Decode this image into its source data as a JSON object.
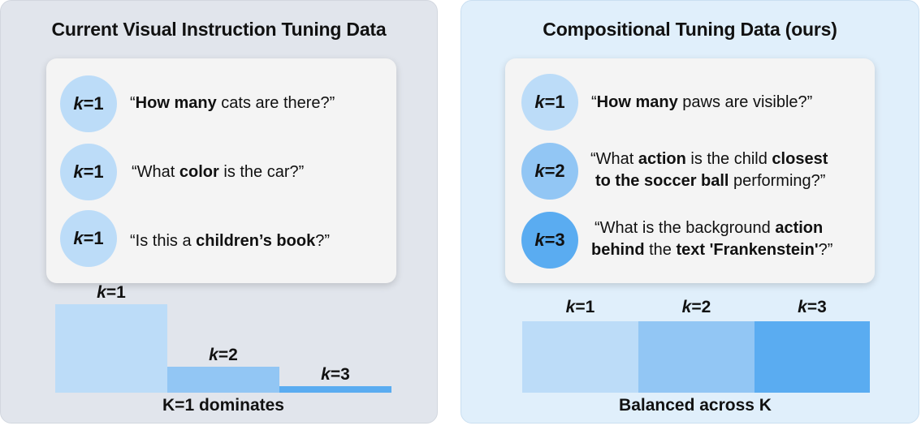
{
  "left_panel": {
    "title": "Current Visual Instruction Tuning Data",
    "questions": [
      {
        "k_var": "k",
        "k_val": "=1",
        "q_open": "“",
        "q_bold": "How many",
        "q_rest": " cats are there?”"
      },
      {
        "k_var": "k",
        "k_val": "=1",
        "q_open": "“What ",
        "q_bold": "color",
        "q_rest": " is the car?”"
      },
      {
        "k_var": "k",
        "k_val": "=1",
        "q_open": "“Is this a ",
        "q_bold": "children’s book",
        "q_rest": "?”"
      }
    ],
    "bars": [
      {
        "k_var": "k",
        "k_val": "=1",
        "share": 0.52,
        "color": "#bcdcf8"
      },
      {
        "k_var": "k",
        "k_val": "=2",
        "share": 0.15,
        "color": "#92c6f4"
      },
      {
        "k_var": "k",
        "k_val": "=3",
        "share": 0.04,
        "color": "#5aacf1"
      }
    ],
    "caption": "K=1 dominates"
  },
  "right_panel": {
    "title": "Compositional Tuning Data (ours)",
    "questions": [
      {
        "k_var": "k",
        "k_val": "=1",
        "line1_open": "“",
        "line1_bold": "How many",
        "line1_rest": " paws are visible?”"
      },
      {
        "k_var": "k",
        "k_val": "=2",
        "line1_open": "“What ",
        "line1_bold": "action",
        "line1_mid": " is the child ",
        "line1_bold2": "closest",
        "line2_bold": "to the soccer ball",
        "line2_rest": " performing?”"
      },
      {
        "k_var": "k",
        "k_val": "=3",
        "line1_open": "“What is the background ",
        "line1_bold": "action",
        "line2_bold": "behind",
        "line2_mid": " the ",
        "line2_bold2": "text 'Frankenstein'",
        "line2_rest": "?”"
      }
    ],
    "bars": [
      {
        "k_var": "k",
        "k_val": "=1",
        "share": 0.333,
        "color": "#bcdcf8"
      },
      {
        "k_var": "k",
        "k_val": "=2",
        "share": 0.333,
        "color": "#92c6f4"
      },
      {
        "k_var": "k",
        "k_val": "=3",
        "share": 0.333,
        "color": "#5aacf1"
      }
    ],
    "caption": "Balanced across K"
  }
}
